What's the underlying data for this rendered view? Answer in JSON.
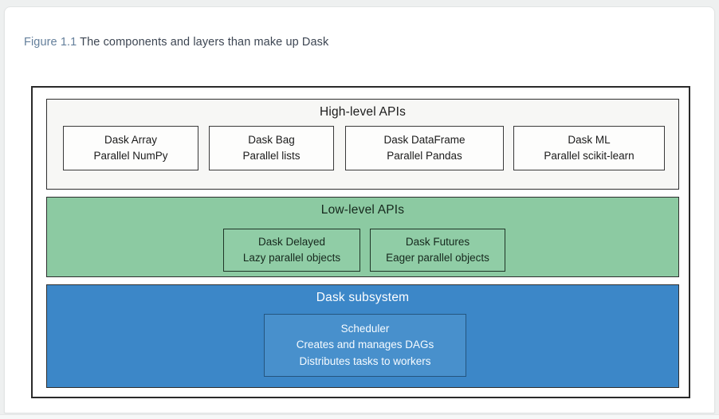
{
  "caption": {
    "figure_number": "Figure 1.1",
    "text": "The components and layers than make up Dask"
  },
  "colors": {
    "caption_number": "#647f9b",
    "caption_text": "#3d4653",
    "high_level_band": "#f7f7f5",
    "low_level_band": "#8ccaa2",
    "subsystem_band": "#3c87c8",
    "subsystem_node": "#4890cc",
    "frame_border": "#2a2a2a"
  },
  "diagram": {
    "high_level": {
      "title": "High-level APIs",
      "boxes": [
        {
          "line1": "Dask Array",
          "line2": "Parallel NumPy"
        },
        {
          "line1": "Dask Bag",
          "line2": "Parallel lists"
        },
        {
          "line1": "Dask DataFrame",
          "line2": "Parallel Pandas"
        },
        {
          "line1": "Dask ML",
          "line2": "Parallel scikit-learn"
        }
      ]
    },
    "low_level": {
      "title": "Low-level APIs",
      "boxes": [
        {
          "line1": "Dask Delayed",
          "line2": "Lazy parallel objects"
        },
        {
          "line1": "Dask Futures",
          "line2": "Eager parallel objects"
        }
      ]
    },
    "subsystem": {
      "title": "Dask subsystem",
      "box": {
        "line1": "Scheduler",
        "line2": "Creates and manages DAGs",
        "line3": "Distributes tasks to workers"
      }
    }
  }
}
